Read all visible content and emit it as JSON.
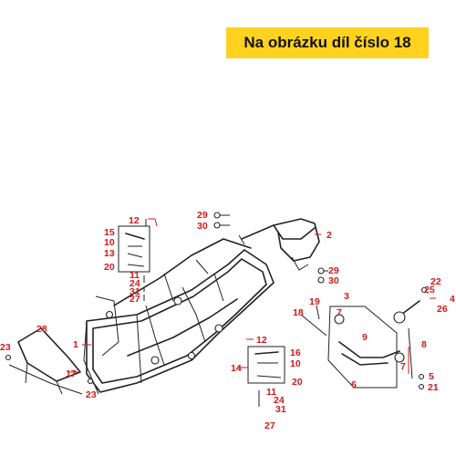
{
  "banner": {
    "text": "Na obrázku díl číslo 18"
  },
  "labels": {
    "l1": "1",
    "l2": "2",
    "l3": "3",
    "l4": "4",
    "l5": "5",
    "l6": "6",
    "l7a": "7",
    "l7b": "7",
    "l8": "8",
    "l9": "9",
    "l10a": "10",
    "l10b": "10",
    "l11a": "11",
    "l11b": "11",
    "l12a": "12",
    "l12b": "12",
    "l13": "13",
    "l14": "14",
    "l15": "15",
    "l16": "16",
    "l17": "17",
    "l18": "18",
    "l19": "19",
    "l20a": "20",
    "l20b": "20",
    "l21": "21",
    "l22": "22",
    "l23a": "23",
    "l23b": "23",
    "l24a": "24",
    "l24b": "24",
    "l25": "25",
    "l26": "26",
    "l27a": "27",
    "l27b": "27",
    "l28": "28",
    "l29a": "29",
    "l29b": "29",
    "l30a": "30",
    "l30b": "30",
    "l31a": "31",
    "l31b": "31"
  },
  "colors": {
    "banner": "#ffd21f",
    "label": "#d21818",
    "line": "#222222"
  }
}
